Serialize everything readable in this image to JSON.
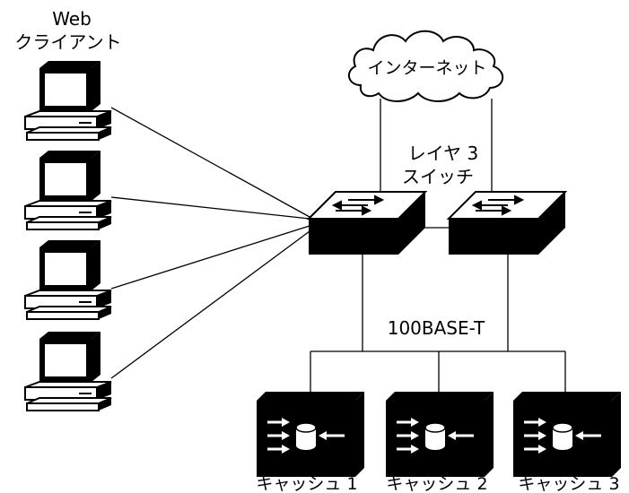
{
  "client_label_line1": "Web",
  "client_label_line2": "クライアント",
  "internet_label": "インターネット",
  "switch_label_line1": "レイヤ 3",
  "switch_label_line2": "スイッチ",
  "network_label": "100BASE-T",
  "caches": [
    {
      "label": "キャッシュ 1"
    },
    {
      "label": "キャッシュ 2"
    },
    {
      "label": "キャッシュ 3"
    }
  ],
  "client_count": 4
}
